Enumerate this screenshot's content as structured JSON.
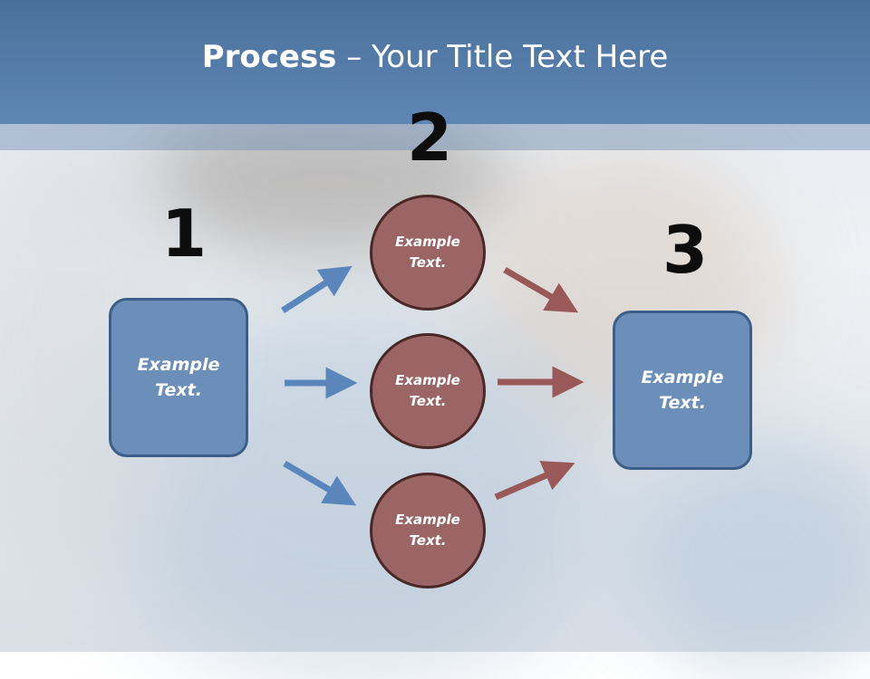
{
  "title": {
    "bold": "Process",
    "rest": " – Your Title Text Here"
  },
  "steps": {
    "one": "1",
    "two": "2",
    "three": "3"
  },
  "left_box": {
    "line1": "Example",
    "line2": "Text."
  },
  "right_box": {
    "line1": "Example",
    "line2": "Text."
  },
  "circles": [
    {
      "line1": "Example",
      "line2": "Text."
    },
    {
      "line1": "Example",
      "line2": "Text."
    },
    {
      "line1": "Example",
      "line2": "Text."
    }
  ],
  "colors": {
    "header": "#5a82b0",
    "box_fill": "#6c8fba",
    "box_border": "#3d5f87",
    "circle_fill": "#9b6565",
    "circle_border": "#4a2828",
    "blue_arrow": "#5b86bb",
    "red_arrow": "#9a5959"
  }
}
